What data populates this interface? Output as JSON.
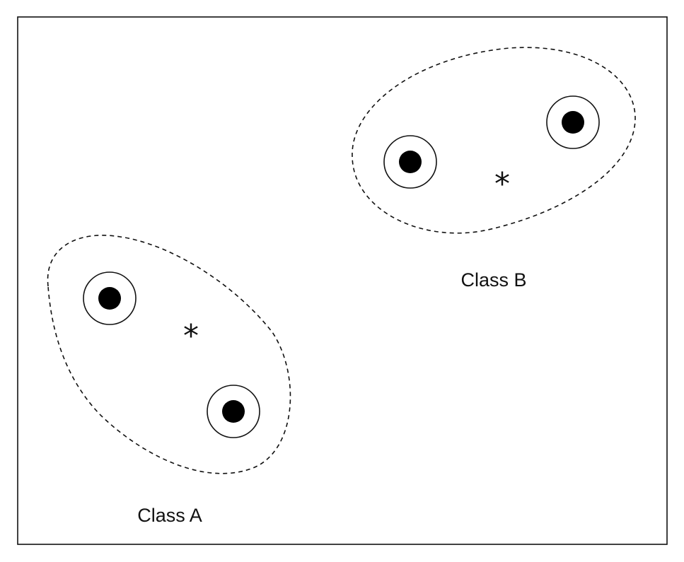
{
  "colors": {
    "background": "#ffffff",
    "stroke": "#111111",
    "point_fill": "#000000"
  },
  "clusters": [
    {
      "label": "Class A",
      "center_marker": "*",
      "member_count": 2,
      "icons": [
        "ring-dot-icon",
        "asterisk-icon"
      ]
    },
    {
      "label": "Class B",
      "center_marker": "*",
      "member_count": 2,
      "icons": [
        "ring-dot-icon",
        "asterisk-icon"
      ]
    }
  ]
}
